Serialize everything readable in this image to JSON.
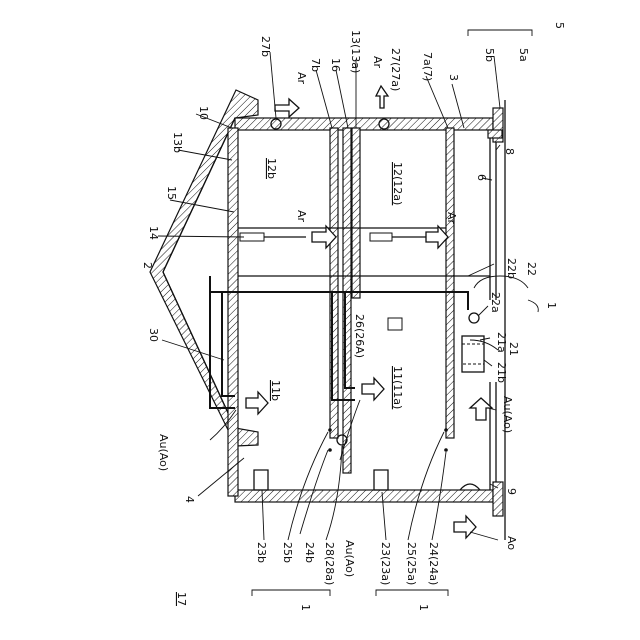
{
  "figure": {
    "title": "17"
  },
  "labels": {
    "l5": "5",
    "l5a": "5a",
    "l5b": "5b",
    "l27b": "27b",
    "l7b": "7b",
    "l16": "16",
    "l13": "13(13a)",
    "l27": "27(27a)",
    "l7a": "7a(7)",
    "l3": "3",
    "l10": "10",
    "l13b": "13b",
    "l2": "2",
    "l14": "14",
    "l15": "15",
    "l12b": "12b",
    "l12": "12(12a)",
    "l8": "8",
    "l6": "6",
    "l22b": "22b",
    "l22": "22",
    "l22a": "22a",
    "l21a": "21a",
    "l21b": "21b",
    "l21": "21",
    "l1a": "1",
    "l30": "30",
    "l11b": "11b",
    "l26": "26(26A)",
    "l11": "11(11a)",
    "lAu1": "Au(Ao)",
    "lAu2": "Au(Ao)",
    "lAu3": "Au(Ao)",
    "l4": "4",
    "l9": "9",
    "lAo": "Ao",
    "l23b": "23b",
    "l25b": "25b",
    "l24b": "24b",
    "l28": "28(28a)",
    "l23": "23(23a)",
    "l25": "25(25a)",
    "l24": "24(24a)",
    "l1b": "1",
    "l1c": "1",
    "lAr1": "Ar",
    "lAr2": "Ar",
    "lAr3": "Ar",
    "lAr4": "Ar"
  }
}
